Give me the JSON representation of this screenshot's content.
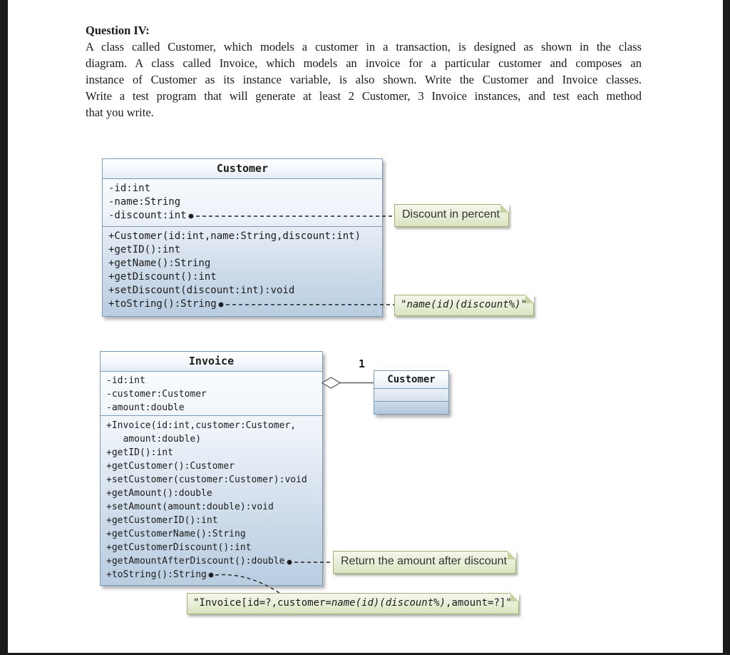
{
  "document": {
    "heading": "Question IV:",
    "paragraph_lines": [
      "A class called Customer, which models a customer in a transaction, is designed as shown in the class",
      "diagram. A class called Invoice, which models an invoice for a particular customer and composes an",
      "instance of Customer as its instance variable, is also shown. Write the Customer and Invoice classes.",
      "Write a test program that will generate at least 2 Customer, 3 Invoice instances, and test each method",
      "that you write."
    ]
  },
  "customer_class": {
    "title": "Customer",
    "attributes": [
      "-id:int",
      "-name:String",
      "-discount:int"
    ],
    "methods": [
      "+Customer(id:int,name:String,discount:int)",
      "+getID():int",
      "+getName():String",
      "+getDiscount():int",
      "+setDiscount(discount:int):void",
      "+toString():String"
    ]
  },
  "invoice_class": {
    "title": "Invoice",
    "attributes": [
      "-id:int",
      "-customer:Customer",
      "-amount:double"
    ],
    "methods": [
      "+Invoice(id:int,customer:Customer,",
      "   amount:double)",
      "+getID():int",
      "+getCustomer():Customer",
      "+setCustomer(customer:Customer):void",
      "+getAmount():double",
      "+setAmount(amount:double):void",
      "+getCustomerID():int",
      "+getCustomerName():String",
      "+getCustomerDiscount():int",
      "+getAmountAfterDiscount():double",
      "+toString():String"
    ]
  },
  "association": {
    "multiplicity": "1",
    "target_title": "Customer"
  },
  "notes": {
    "discount": {
      "text": "Discount in percent"
    },
    "customer_tostring": {
      "segments": [
        {
          "t": "\"",
          "i": false
        },
        {
          "t": "name(id)(discount%)",
          "i": true
        },
        {
          "t": "\"",
          "i": false
        }
      ]
    },
    "return_amount": {
      "text": "Return the amount after discount"
    },
    "invoice_tostring": {
      "segments": [
        {
          "t": "\"Invoice[id=?,customer=",
          "i": false
        },
        {
          "t": "name(id)(discount%)",
          "i": true
        },
        {
          "t": ",amount=?]\"",
          "i": false
        }
      ]
    }
  },
  "colors": {
    "class_border": "#7b9abc",
    "class_fill_bottom": "#b9cde1",
    "note_border": "#a2b277",
    "note_fill": "#e3ebc9",
    "frame": "#1b1b1b"
  }
}
